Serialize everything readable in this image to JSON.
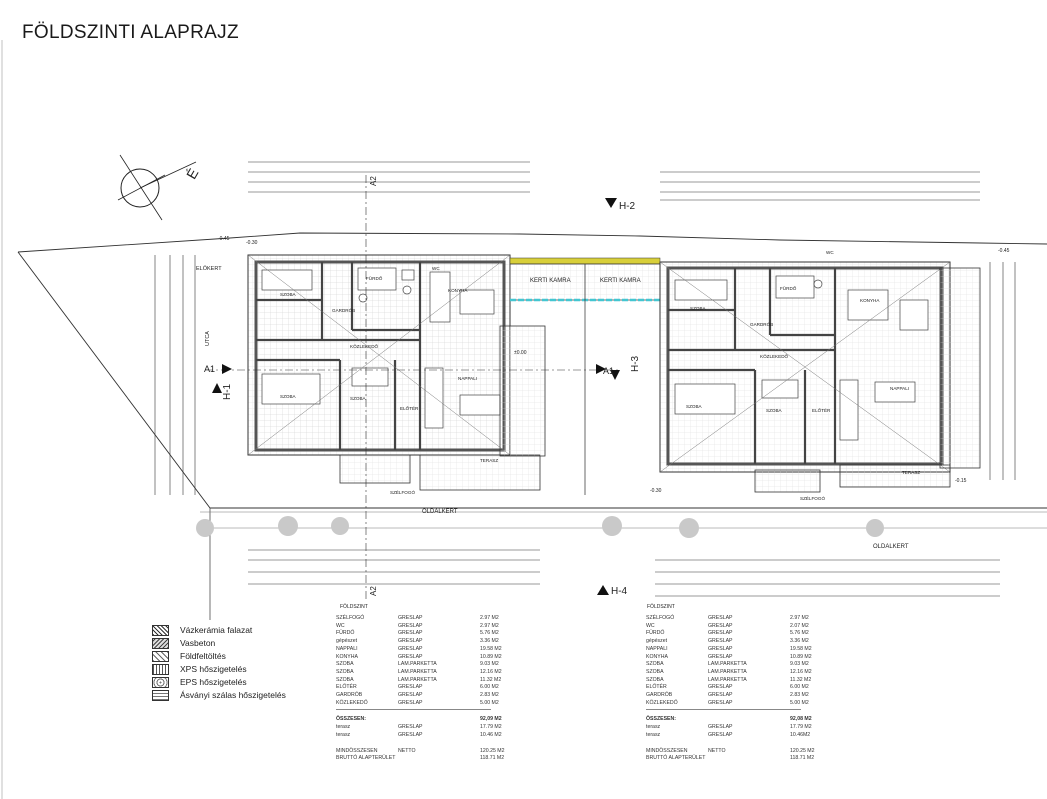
{
  "title": "FÖLDSZINTI ALAPRAJZ",
  "compass": "É",
  "sections": {
    "h1": "H-1",
    "h2": "H-2",
    "h3": "H-3",
    "h4": "H-4",
    "a1": "A1",
    "a2": "A2"
  },
  "labels": {
    "elokert": "ELŐKERT",
    "oldalkert": "OLDALKERT",
    "utca": "UTCA",
    "kerti_kamra": "KERTI KAMRA",
    "foldszint": "FÖLDSZINT",
    "levels": [
      "-0.45",
      "-0.30",
      "±0.00",
      "-0.30",
      "-0.45",
      "-0.15"
    ]
  },
  "rooms_left": [
    {
      "name": "SZOBA",
      "id": "r-szoba-1"
    },
    {
      "name": "FÜRDŐ",
      "id": "r-furdo"
    },
    {
      "name": "WC",
      "id": "r-wc"
    },
    {
      "name": "KONYHA",
      "id": "r-konyha"
    },
    {
      "name": "GARDRÓB",
      "id": "r-gardrob"
    },
    {
      "name": "KÖZLEKEDŐ",
      "id": "r-kozlekedo"
    },
    {
      "name": "SZOBA",
      "id": "r-szoba-2"
    },
    {
      "name": "SZOBA",
      "id": "r-szoba-3"
    },
    {
      "name": "ELŐTÉR",
      "id": "r-eloter"
    },
    {
      "name": "NAPPALI",
      "id": "r-nappali"
    },
    {
      "name": "SZÉLFOGÓ",
      "id": "r-szelfogo"
    },
    {
      "name": "TERASZ",
      "id": "r-terasz"
    }
  ],
  "rooms_right": [
    {
      "name": "WC"
    },
    {
      "name": "FÜRDŐ"
    },
    {
      "name": "KONYHA"
    },
    {
      "name": "SZOBA"
    },
    {
      "name": "GARDRÓB"
    },
    {
      "name": "KÖZLEKEDŐ"
    },
    {
      "name": "SZOBA"
    },
    {
      "name": "SZOBA"
    },
    {
      "name": "ELŐTÉR"
    },
    {
      "name": "NAPPALI"
    },
    {
      "name": "SZÉLFOGÓ"
    },
    {
      "name": "TERASZ"
    }
  ],
  "legend": [
    {
      "label": "Vázkerámia falazat",
      "swatch": "brick"
    },
    {
      "label": "Vasbeton",
      "swatch": "conc"
    },
    {
      "label": "Földfeltöltés",
      "swatch": "fill"
    },
    {
      "label": "XPS hőszigetelés",
      "swatch": "xps"
    },
    {
      "label": "EPS hőszigetelés",
      "swatch": "eps"
    },
    {
      "label": "Ásványi szálas hőszigetelés",
      "swatch": "min"
    }
  ],
  "area_table_left": {
    "rows": [
      [
        "SZÉLFOGÓ",
        "GRESLAP",
        "2.97 M2"
      ],
      [
        "WC",
        "GRESLAP",
        "2.97 M2"
      ],
      [
        "FÜRDŐ",
        "GRESLAP",
        "5.76 M2"
      ],
      [
        "gépészet",
        "GRESLAP",
        "3.36 M2"
      ],
      [
        "NAPPALI",
        "GRESLAP",
        "19.58 M2"
      ],
      [
        "KONYHA",
        "GRESLAP",
        "10.89 M2"
      ],
      [
        "SZOBA",
        "LAM.PARKETTA",
        "9.03 M2"
      ],
      [
        "SZOBA",
        "LAM.PARKETTA",
        "12.16 M2"
      ],
      [
        "SZOBA",
        "LAM.PARKETTA",
        "11.32 M2"
      ],
      [
        "ELŐTÉR",
        "GRESLAP",
        "6.00 M2"
      ],
      [
        "GARDRÓB",
        "GRESLAP",
        "2.83 M2"
      ],
      [
        "KÖZLEKEDŐ",
        "GRESLAP",
        "5.00 M2"
      ]
    ],
    "total_label": "ÖSSZESEN:",
    "total": "92,09 M2",
    "extra": [
      [
        "terasz",
        "GRESLAP",
        "17.79 M2"
      ],
      [
        "terasz",
        "GRESLAP",
        "10.46 M2"
      ]
    ],
    "summary": [
      [
        "MINDÖSSZESEN",
        "NETTO",
        "120.25 M2"
      ],
      [
        "BRUTTÓ ALAPTERÜLET",
        "",
        "118.71 M2"
      ]
    ]
  },
  "area_table_right": {
    "rows": [
      [
        "SZÉLFOGÓ",
        "GRESLAP",
        "2.97 M2"
      ],
      [
        "WC",
        "GRESLAP",
        "2.07 M2"
      ],
      [
        "FÜRDŐ",
        "GRESLAP",
        "5.76 M2"
      ],
      [
        "gépészet",
        "GRESLAP",
        "3.36 M2"
      ],
      [
        "NAPPALI",
        "GRESLAP",
        "19.58 M2"
      ],
      [
        "KONYHA",
        "GRESLAP",
        "10.89 M2"
      ],
      [
        "SZOBA",
        "LAM.PARKETTA",
        "9.03 M2"
      ],
      [
        "SZOBA",
        "LAM.PARKETTA",
        "12.16 M2"
      ],
      [
        "SZOBA",
        "LAM.PARKETTA",
        "11.32 M2"
      ],
      [
        "ELŐTÉR",
        "GRESLAP",
        "6.00 M2"
      ],
      [
        "GARDRÓB",
        "GRESLAP",
        "2.83 M2"
      ],
      [
        "KÖZLEKEDŐ",
        "GRESLAP",
        "5.00 M2"
      ]
    ],
    "total_label": "ÖSSZESEN:",
    "total": "92,08 M2",
    "extra": [
      [
        "terasz",
        "GRESLAP",
        "17.79 M2"
      ],
      [
        "terasz",
        "GRESLAP",
        "10.46M2"
      ]
    ],
    "summary": [
      [
        "MINDÖSSZESEN",
        "NETTO",
        "120.25 M2"
      ],
      [
        "BRUTTÓ ALAPTERÜLET",
        "",
        "118.71 M2"
      ]
    ]
  },
  "colors": {
    "line": "#333333",
    "grid": "#d9d9d9",
    "wall": "#666666",
    "accent_yellow": "#d8cf3a",
    "accent_cyan": "#43c6d1",
    "pile": "#c9c9c9"
  }
}
